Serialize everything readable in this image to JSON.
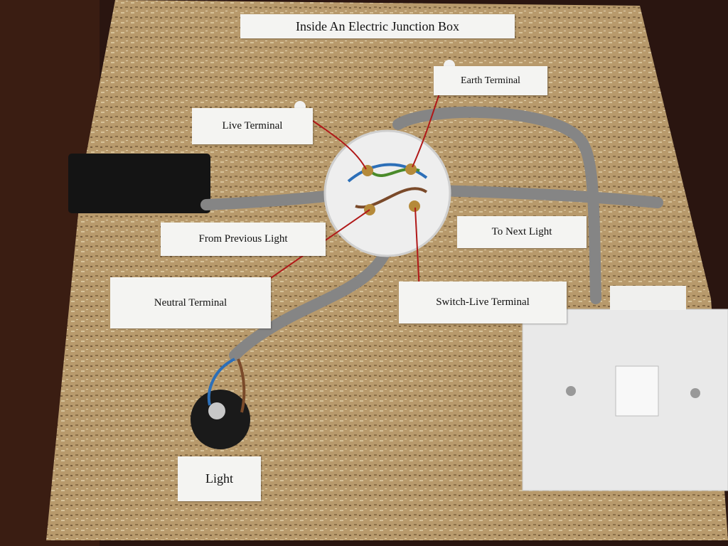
{
  "title": "Inside An Electric Junction Box",
  "labels": {
    "earth": "Earth Terminal",
    "live": "Live Terminal",
    "from_previous": "From Previous Light",
    "to_next": "To Next Light",
    "neutral": "Neutral Terminal",
    "switch_live": "Switch-Live Terminal",
    "light": "Light"
  },
  "colors": {
    "board": "#b89a6c",
    "background": "#2a1510",
    "cable": "#8a8a8a",
    "wire_red": "#b01818"
  }
}
